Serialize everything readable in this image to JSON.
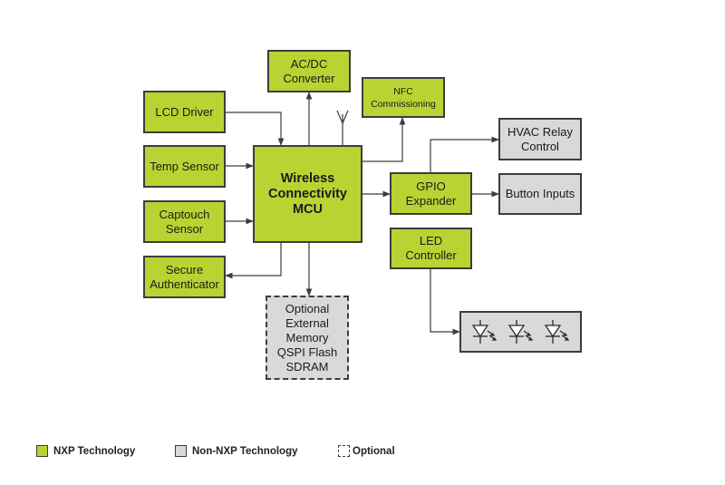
{
  "colors": {
    "nxp": "#b8d432",
    "non_nxp": "#d9d9d9",
    "line": "#3d3d3d"
  },
  "blocks": {
    "mcu": "Wireless\nConnectivity\nMCU",
    "acdc": "AC/DC\nConverter",
    "nfc": "NFC\nCommissioning",
    "lcd": "LCD Driver",
    "temp": "Temp Sensor",
    "captouch": "Captouch\nSensor",
    "secure": "Secure\nAuthenticator",
    "memory": "Optional\nExternal\nMemory\nQSPI Flash\nSDRAM",
    "gpio": "GPIO\nExpander",
    "led": "LED\nController",
    "hvac": "HVAC Relay\nControl",
    "buttons": "Button Inputs"
  },
  "icons": {
    "antenna": "antenna-icon",
    "led_diode": "led-diode-icon"
  },
  "legend": {
    "nxp": "NXP Technology",
    "non_nxp": "Non-NXP Technology",
    "optional": "Optional"
  }
}
